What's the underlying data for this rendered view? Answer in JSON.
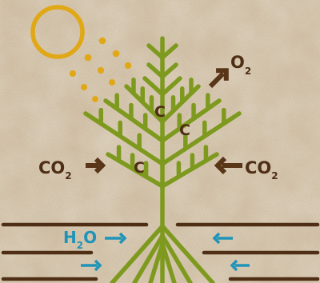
{
  "labels": {
    "co2_left": {
      "main": "CO",
      "sub": "2"
    },
    "co2_right": {
      "main": "CO",
      "sub": "2"
    },
    "o2": {
      "main": "O",
      "sub": "2"
    },
    "h2o": {
      "h": "H",
      "sub": "2",
      "o": "O"
    },
    "carbon": [
      "C",
      "C",
      "C"
    ]
  },
  "colors": {
    "background": "#d6c4a8",
    "sun": "#e0a816",
    "tree": "#7e9a1e",
    "arrow_dark": "#5a3618",
    "label_dark": "#4e2e14",
    "water": "#1f94b8",
    "carbon": "#4e2e14",
    "ground": "#4e2e14"
  },
  "icons": {
    "sun": "sun-icon",
    "tree": "tree-icon",
    "arrow_in": "arrow-right-icon",
    "arrow_out": "arrow-up-right-icon",
    "water_arrow": "water-arrow-icon"
  }
}
